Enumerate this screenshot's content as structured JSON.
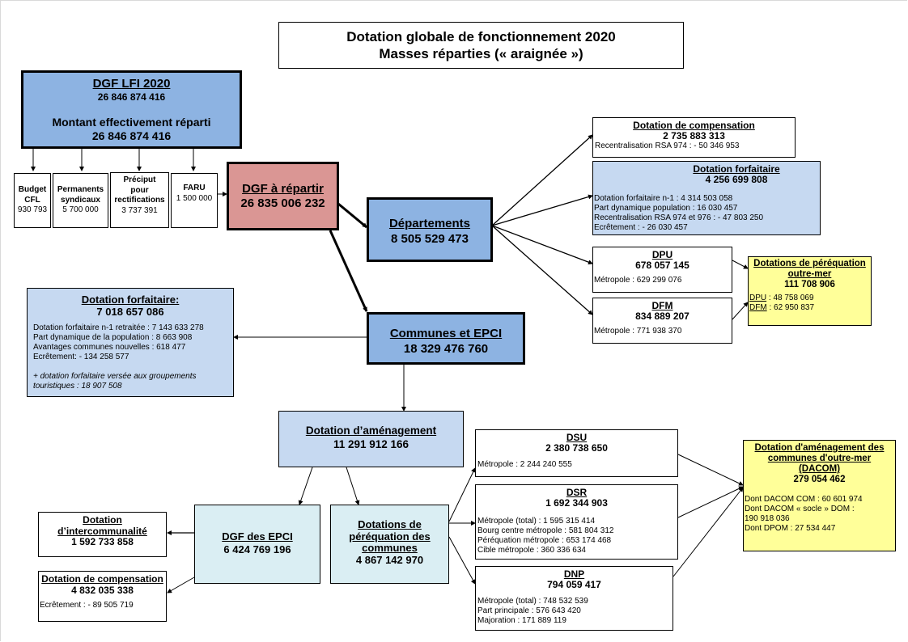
{
  "title": {
    "line1": "Dotation globale de fonctionnement 2020",
    "line2": "Masses réparties (« araignée »)"
  },
  "dgf_lfi": {
    "heading": "DGF LFI 2020",
    "amount": "26 846 874 416",
    "sub_label": "Montant effectivement réparti",
    "sub_amount": "26 846 874 416"
  },
  "deductions": [
    {
      "label_lines": [
        "Budget",
        "CFL"
      ],
      "amount": "930 793"
    },
    {
      "label_lines": [
        "Permanents",
        "syndicaux"
      ],
      "amount": "5 700 000"
    },
    {
      "label_lines": [
        "Préciput",
        "pour",
        "rectifications"
      ],
      "amount": "3 737 391"
    },
    {
      "label_lines": [
        "FARU"
      ],
      "amount": "1 500 000"
    }
  ],
  "dgf_a_repartir": {
    "heading": "DGF à répartir",
    "amount": "26 835 006 232"
  },
  "departements": {
    "heading": "Départements",
    "amount": "8 505 529 473"
  },
  "dep_compensation": {
    "heading": "Dotation de compensation",
    "amount": "2 735 883 313",
    "details": [
      "Recentralisation RSA 974 : - 50 346 953"
    ]
  },
  "dep_forfaitaire": {
    "heading": "Dotation forfaitaire",
    "amount": "4 256 699 808",
    "details": [
      "Dotation forfaitaire n-1 : 4 314 503 058",
      "Part dynamique population : 16 030 457",
      "Recentralisation RSA 974 et 976 : - 47 803 250",
      "Ecrêtement : - 26 030 457"
    ]
  },
  "dpu": {
    "heading": "DPU",
    "amount": "678 057 145",
    "details": [
      "Métropole : 629 299 076"
    ]
  },
  "dfm": {
    "heading": "DFM",
    "amount": "834 889 207",
    "details": [
      "Métropole : 771 938 370"
    ]
  },
  "peréquation_outremer": {
    "heading_line1": "Dotations de péréquation",
    "heading_line2": "outre-mer",
    "amount": "111 708 906",
    "dpu_label": "DPU",
    "dpu_value": " : 48 758 069",
    "dfm_label": "DFM",
    "dfm_value": " : 62 950 837"
  },
  "communes": {
    "heading": "Communes et EPCI",
    "amount": "18 329 476 760"
  },
  "com_forfaitaire": {
    "heading": "Dotation forfaitaire:",
    "amount": "7 018 657 086",
    "details": [
      "Dotation forfaitaire n-1 retraitée : 7 143 633 278",
      "Part dynamique de la population : 8 663 908",
      "Avantages communes nouvelles : 618 477",
      "Ecrêtement: - 134 258 577"
    ],
    "note_line1": "+ dotation forfaitaire versée aux groupements",
    "note_line2": "touristiques : 18 907 508"
  },
  "amenagement": {
    "heading": "Dotation d’aménagement",
    "amount": "11 291 912 166"
  },
  "dgf_epci": {
    "heading": "DGF des EPCI",
    "amount": "6 424 769 196"
  },
  "intercommunalite": {
    "heading_line1": "Dotation",
    "heading_line2": "d’intercommunalité",
    "amount": "1 592 733 858"
  },
  "epci_compensation": {
    "heading": "Dotation de compensation",
    "amount": "4 832 035 338",
    "details": [
      "Ecrêtement : - 89 505 719"
    ]
  },
  "perequation_communes": {
    "heading_line1": "Dotations de",
    "heading_line2": "péréquation des",
    "heading_line3": "communes",
    "amount": "4 867 142 970"
  },
  "dsu": {
    "heading": "DSU",
    "amount": "2 380 738 650",
    "details": [
      "Métropole : 2 244 240 555"
    ]
  },
  "dsr": {
    "heading": "DSR",
    "amount": "1 692 344 903",
    "details": [
      "Métropole (total) : 1 595 315 414",
      "Bourg centre métropole : 581 804 312",
      "Péréquation métropole : 653 174 468",
      "Cible métropole : 360 336 634"
    ]
  },
  "dnp": {
    "heading": "DNP",
    "amount": "794 059 417",
    "details": [
      "Métropole (total) : 748 532 539",
      "Part principale : 576 643 420",
      "Majoration : 171 889 119"
    ]
  },
  "dacom": {
    "heading_line1": "Dotation d'aménagement des",
    "heading_line2": "communes d'outre-mer",
    "heading_line3": "(DACOM)",
    "amount": "279 054 462",
    "details": [
      "Dont DACOM COM : 60 601 974",
      "Dont DACOM « socle » DOM :",
      "190 918 036",
      "Dont DPOM : 27 534 447"
    ]
  },
  "colors": {
    "blue": "#8db3e2",
    "light_blue": "#c6d9f1",
    "pale_blue": "#daeef3",
    "rose": "#da9694",
    "yellow": "#ffff99"
  }
}
